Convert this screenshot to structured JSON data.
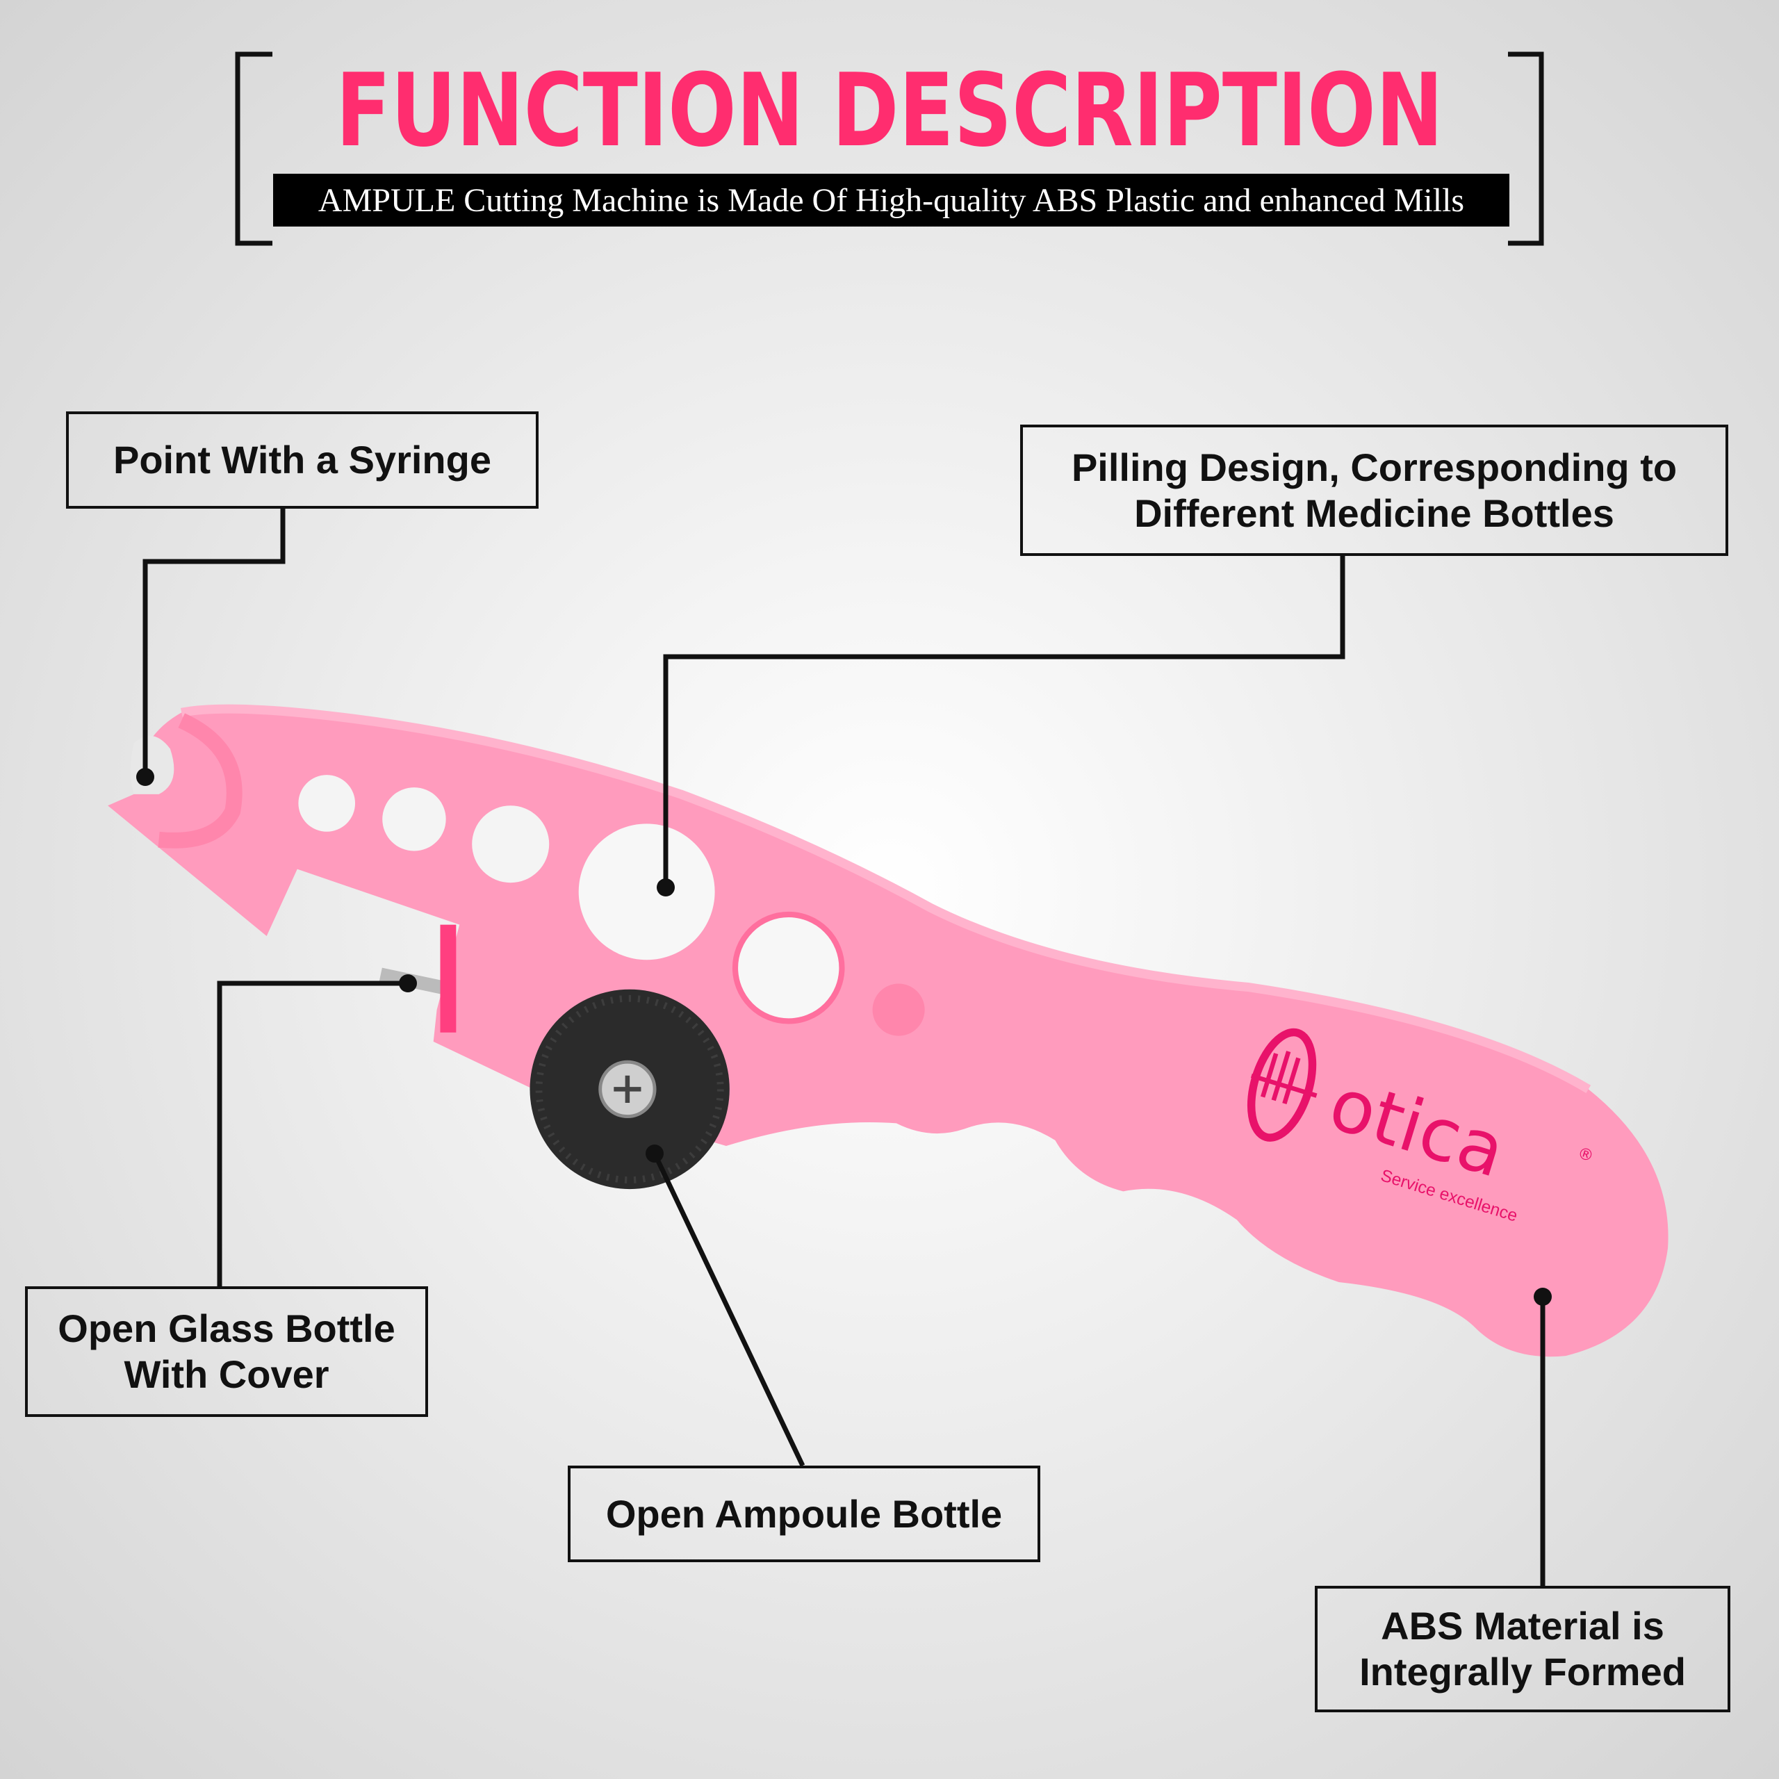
{
  "header": {
    "title": "FUNCTION DESCRIPTION",
    "subtitle": "AMPULE Cutting Machine is Made Of High-quality ABS Plastic and enhanced Mills"
  },
  "callouts": [
    {
      "id": "syringe",
      "label": "Point With a Syringe"
    },
    {
      "id": "pilling",
      "label": "Pilling Design, Corresponding to Different Medicine Bottles"
    },
    {
      "id": "glass",
      "label": "Open Glass Bottle With Cover"
    },
    {
      "id": "ampoule",
      "label": "Open Ampoule Bottle"
    },
    {
      "id": "abs",
      "label": "ABS Material is Integrally Formed"
    }
  ],
  "logo": {
    "brand": "otica",
    "tagline": "Service excellence",
    "mark": "®"
  },
  "colors": {
    "accent": "#ff2d6f",
    "tool": "#ff9bbd",
    "logo": "#e8126a",
    "leader": "#111111"
  }
}
